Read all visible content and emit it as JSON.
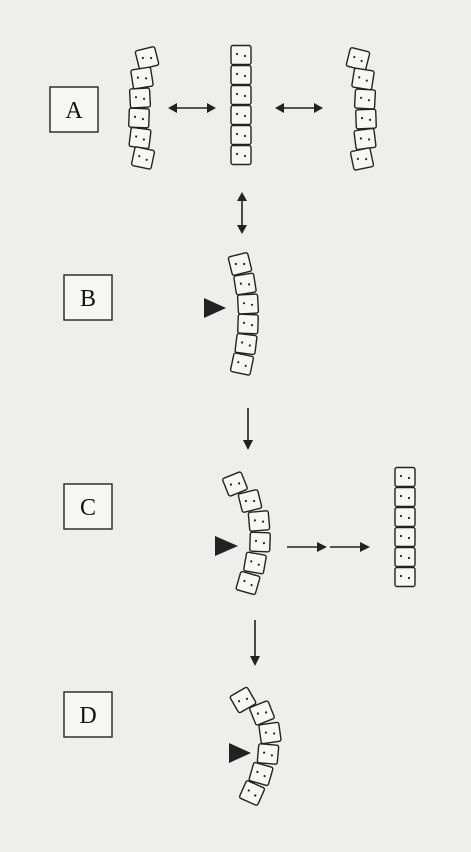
{
  "panels": [
    {
      "id": "A",
      "label": "A"
    },
    {
      "id": "B",
      "label": "B"
    },
    {
      "id": "C",
      "label": "C"
    },
    {
      "id": "D",
      "label": "D"
    }
  ],
  "colors": {
    "background": "#eeeeec",
    "stroke": "#222222",
    "fill": "#f7f7f5"
  },
  "icons": {
    "marker": "black-triangle-pointer-icon",
    "transition_bidirectional": "double-headed-arrow-icon",
    "transition_forward": "single-arrow-icon"
  }
}
